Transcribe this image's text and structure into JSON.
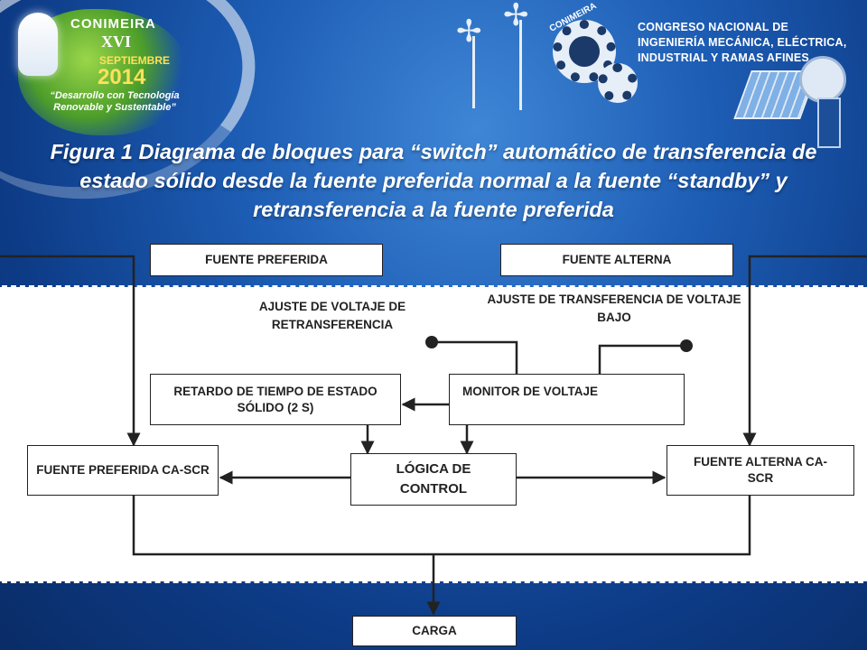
{
  "header": {
    "event_name": "CONIMEIRA",
    "edition": "XVI",
    "month": "SEPTIEMBRE",
    "year": "2014",
    "slogan": "“Desarrollo con Tecnología Renovable y Sustentable”",
    "organization": "CONGRESO NACIONAL DE INGENIERÍA MECÁNICA, ELÉCTRICA, INDUSTRIAL Y RAMAS AFINES",
    "seal_text": "CONIMEIRA"
  },
  "title": "Figura 1 Diagrama de bloques para “switch” automático de transferencia de estado sólido desde la fuente preferida normal a la fuente “standby” y retransferencia a la fuente preferida",
  "diagram": {
    "fuente_preferida": "FUENTE PREFERIDA",
    "fuente_alterna": "FUENTE ALTERNA",
    "ajuste_retransferencia": "AJUSTE DE VOLTAJE DE RETRANSFERENCIA",
    "ajuste_transferencia": "AJUSTE DE TRANSFERENCIA DE VOLTAJE BAJO",
    "retardo": "RETARDO DE TIEMPO DE ESTADO SÓLIDO (2 S)",
    "monitor": "MONITOR DE VOLTAJE",
    "scr_preferida": "FUENTE PREFERIDA CA-SCR",
    "logica": "LÓGICA DE CONTROL",
    "scr_alterna": "FUENTE ALTERNA CA-SCR",
    "carga": "CARGA"
  },
  "colors": {
    "background_top": "#1d5db4",
    "background_dark": "#0a2c66",
    "diagram_line": "#222222",
    "accent_yellow": "#ffe15a"
  }
}
